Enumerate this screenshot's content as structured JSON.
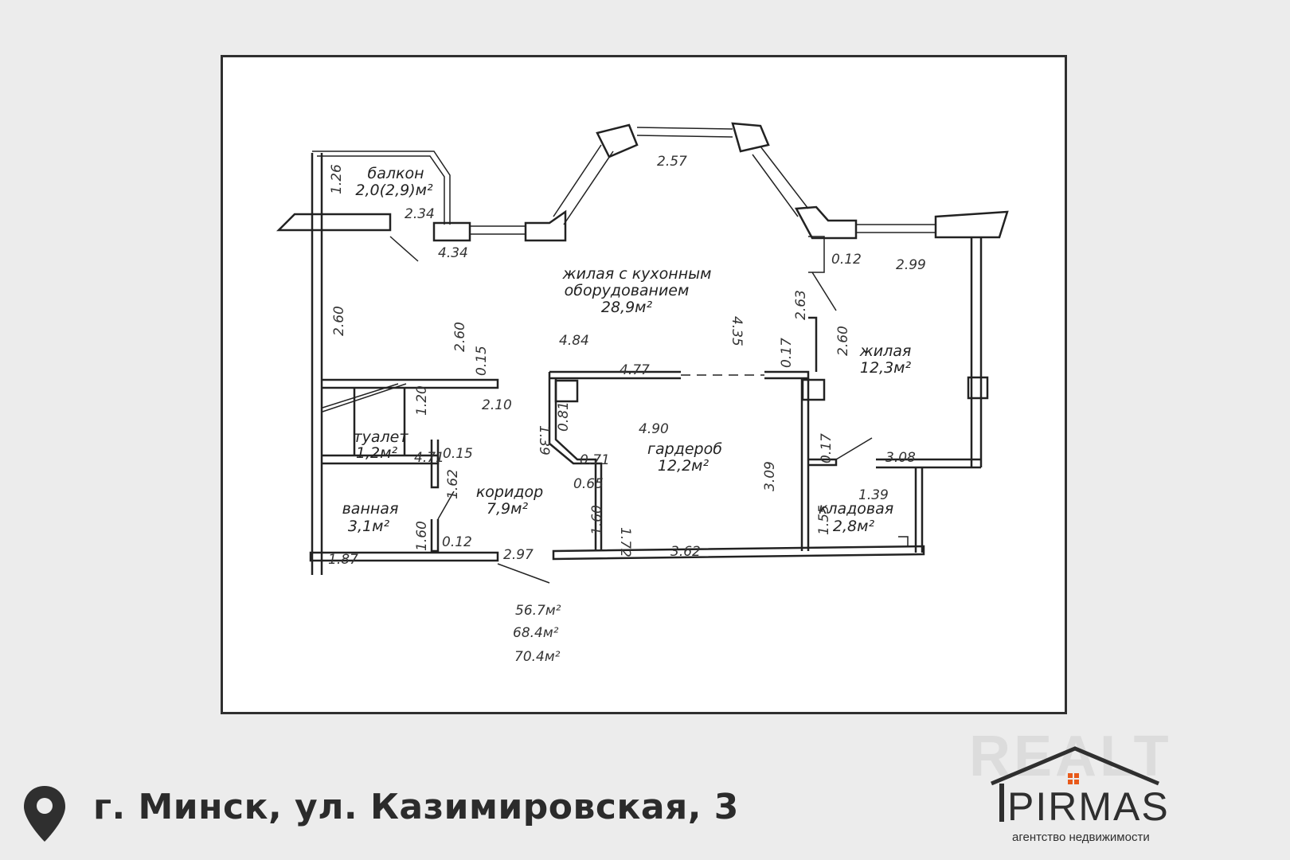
{
  "plan": {
    "rooms": [
      {
        "name": "балкон",
        "area": "2,0(2,9)м²"
      },
      {
        "name": "жилая с кухонным оборудованием",
        "name_line1": "жилая с кухонным",
        "name_line2": "оборудованием",
        "area": "28,9м²"
      },
      {
        "name": "жилая",
        "area": "12,3м²"
      },
      {
        "name": "туалет",
        "area": "1,2м²"
      },
      {
        "name": "ванная",
        "area": "3,1м²"
      },
      {
        "name": "коридор",
        "area": "7,9м²"
      },
      {
        "name": "гардероб",
        "area": "12,2м²"
      },
      {
        "name": "кладовая",
        "area": "2,8м²"
      }
    ],
    "dimensions": [
      "1.26",
      "2.34",
      "4.34",
      "2.57",
      "0.12",
      "2.99",
      "2.60",
      "2.60",
      "4.84",
      "4.35",
      "2.63",
      "2.60",
      "0.17",
      "4.77",
      "0.15",
      "1.20",
      "2.10",
      "1.39",
      "0.81",
      "4.90",
      "4.71",
      "0.71",
      "0.15",
      "0.65",
      "1.62",
      "0.17",
      "3.08",
      "3.09",
      "1.39",
      "1.60",
      "1.72",
      "1.55",
      "1.60",
      "0.12",
      "1.87",
      "2.97",
      "3.62"
    ],
    "totals": [
      "56.7м²",
      "68.4м²",
      "70.4м²"
    ]
  },
  "footer": {
    "pin_icon": "location-pin-icon",
    "address": "г. Минск, ул. Казимировская, 3"
  },
  "logo": {
    "realt": "REALT",
    "brand": "PIRMAS",
    "tagline": "агентство недвижимости",
    "accent_color": "#e85a1a"
  }
}
